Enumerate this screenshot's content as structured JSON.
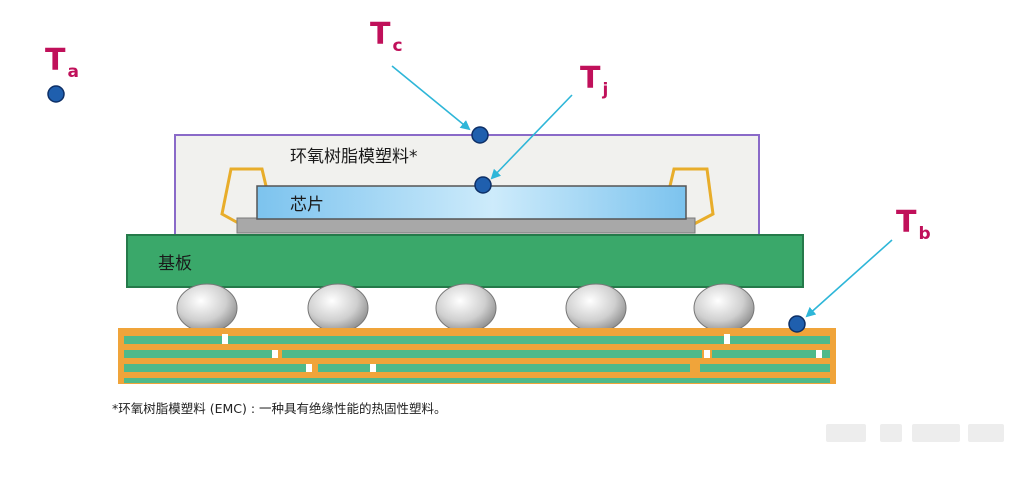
{
  "colors": {
    "label": "#c0105a",
    "dot_fill": "#1f5fae",
    "arrow": "#2eb6d8",
    "emc_outline": "#8a6ac8",
    "emc_fill": "#f1f1ee",
    "chip_fill": "#a9d8f3",
    "substrate": "#3aa86a",
    "pcb": "#4fb98a",
    "trace": "#f0a43a",
    "solder_ball": "#c8c8c8"
  },
  "labels": {
    "ta": {
      "main": "T",
      "sub": "a"
    },
    "tc": {
      "main": "T",
      "sub": "c"
    },
    "tj": {
      "main": "T",
      "sub": "j"
    },
    "tb": {
      "main": "T",
      "sub": "b"
    }
  },
  "regions": {
    "emc": "环氧树脂模塑料*",
    "chip": "芯片",
    "substrate": "基板"
  },
  "footnote": "*环氧树脂模塑料 (EMC) : 一种具有绝缘性能的热固性塑料。"
}
